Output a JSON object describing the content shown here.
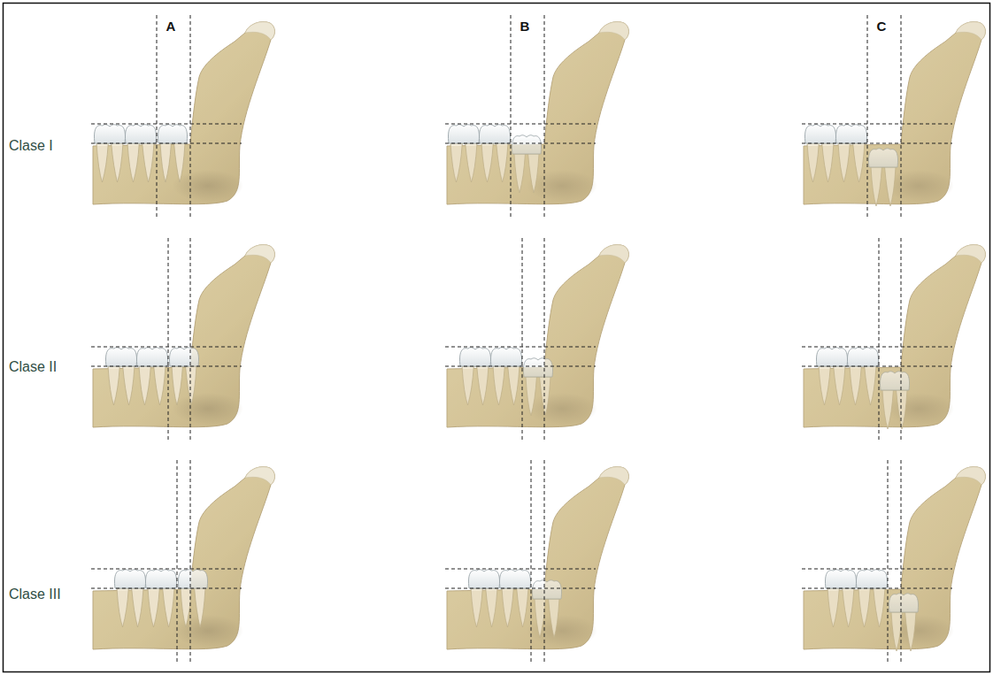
{
  "diagram": {
    "labels": [
      "A",
      "B",
      "C",
      "Clase I",
      "Clase II",
      "Clase III"
    ]
  }
}
